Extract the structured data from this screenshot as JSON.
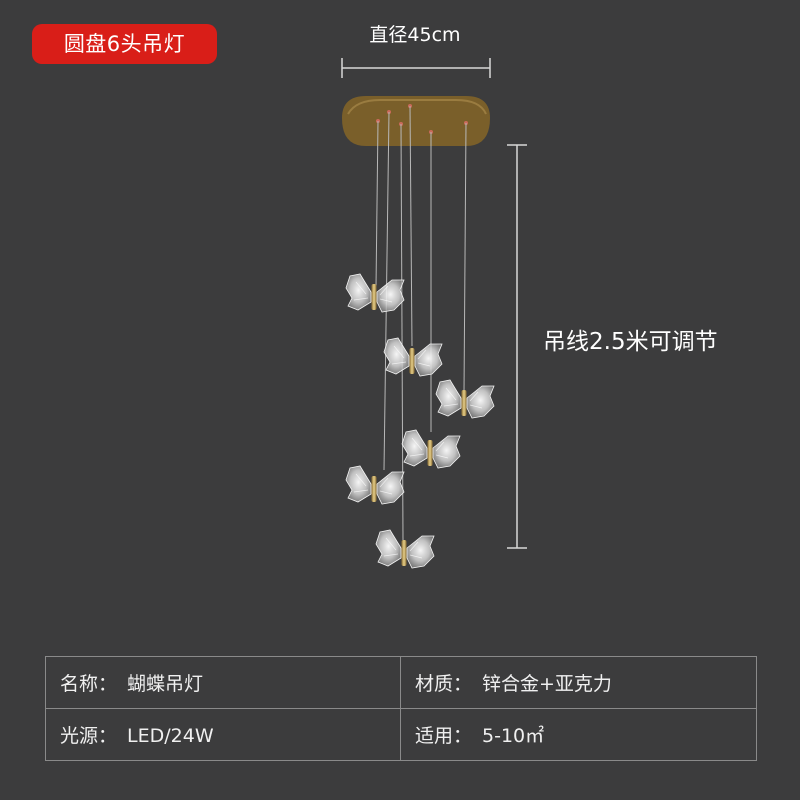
{
  "badge": {
    "label": "圆盘6头吊灯",
    "color": "#d91e18"
  },
  "dimensions": {
    "diameter": "直径45cm",
    "cable": "吊线2.5米可调节"
  },
  "specs": [
    [
      {
        "label": "名称：",
        "value": "蝴蝶吊灯"
      },
      {
        "label": "材质：",
        "value": "锌合金+亚克力"
      }
    ],
    [
      {
        "label": "光源：",
        "value": "LED/24W"
      },
      {
        "label": "适用：",
        "value": "5-10㎡"
      }
    ]
  ],
  "product": {
    "canopy_color": "#7a5f2a",
    "pendant_count": 6
  }
}
